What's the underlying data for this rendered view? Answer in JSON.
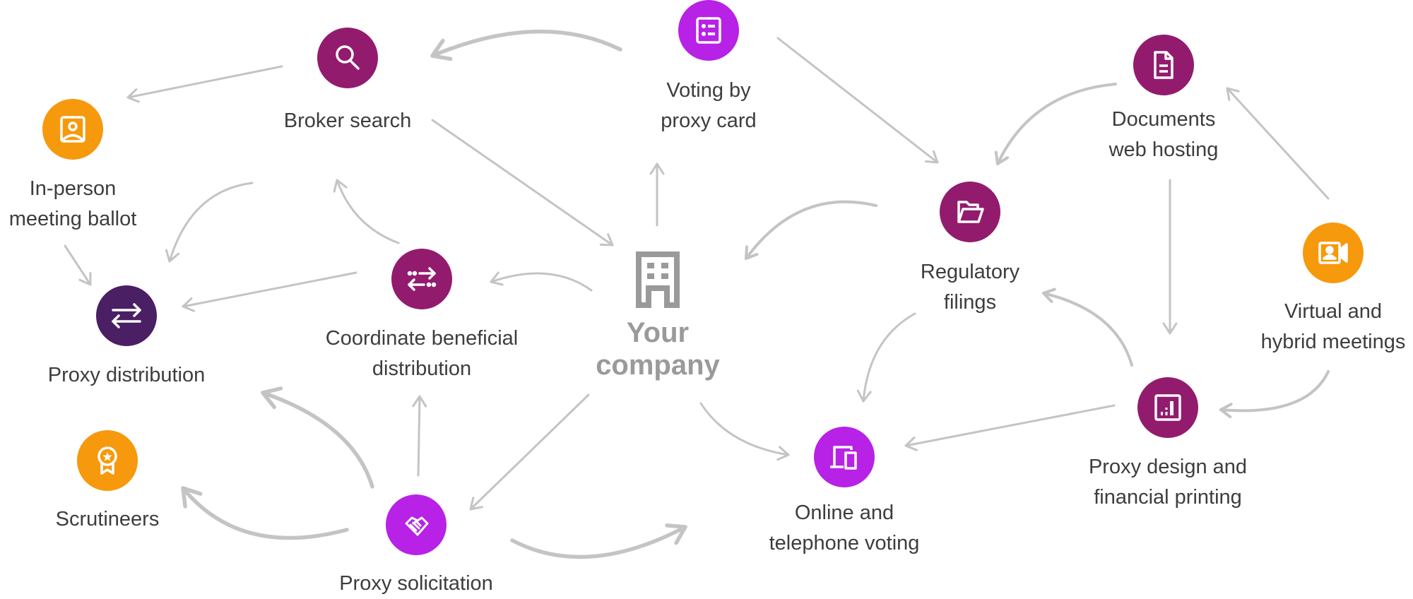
{
  "colors": {
    "plum": "#931B6E",
    "violet": "#B722E6",
    "orange": "#F7990C",
    "indigo": "#4A1F63",
    "arrow": "#C4C4C4",
    "text": "#3d3d3d",
    "center": "#9a9a9a"
  },
  "center": {
    "icon": "building-icon",
    "line1": "Your",
    "line2": "company"
  },
  "nodes": [
    {
      "id": "broker-search",
      "icon": "search-icon",
      "color": "plum",
      "lines": [
        "Broker search"
      ]
    },
    {
      "id": "voting-by-proxy-card",
      "icon": "list-card-icon",
      "color": "violet",
      "lines": [
        "Voting by",
        "proxy card"
      ]
    },
    {
      "id": "documents-web-hosting",
      "icon": "document-icon",
      "color": "plum",
      "lines": [
        "Documents",
        "web hosting"
      ]
    },
    {
      "id": "in-person-meeting-ballot",
      "icon": "person-badge-icon",
      "color": "orange",
      "lines": [
        "In-person",
        "meeting ballot"
      ]
    },
    {
      "id": "regulatory-filings",
      "icon": "folder-open-icon",
      "color": "plum",
      "lines": [
        "Regulatory",
        "filings"
      ]
    },
    {
      "id": "virtual-hybrid-meetings",
      "icon": "video-call-icon",
      "color": "orange",
      "lines": [
        "Virtual and",
        "hybrid meetings"
      ]
    },
    {
      "id": "proxy-distribution",
      "icon": "swap-arrows-icon",
      "color": "indigo",
      "lines": [
        "Proxy distribution"
      ]
    },
    {
      "id": "coordinate-beneficial-distribution",
      "icon": "dotted-swap-icon",
      "color": "plum",
      "lines": [
        "Coordinate beneficial",
        "distribution"
      ]
    },
    {
      "id": "proxy-design-financial-printing",
      "icon": "bar-chart-icon",
      "color": "plum",
      "lines": [
        "Proxy design and",
        "financial printing"
      ]
    },
    {
      "id": "online-telephone-voting",
      "icon": "devices-icon",
      "color": "violet",
      "lines": [
        "Online and",
        "telephone voting"
      ]
    },
    {
      "id": "scrutineers",
      "icon": "award-icon",
      "color": "orange",
      "lines": [
        "Scrutineers"
      ]
    },
    {
      "id": "proxy-solicitation",
      "icon": "handshake-icon",
      "color": "violet",
      "lines": [
        "Proxy solicitation"
      ]
    }
  ],
  "connections": [
    {
      "from": "voting-by-proxy-card",
      "to": "broker-search"
    },
    {
      "from": "broker-search",
      "to": "in-person-meeting-ballot"
    },
    {
      "from": "broker-search",
      "to": "your-company"
    },
    {
      "from": "voting-by-proxy-card",
      "to": "regulatory-filings"
    },
    {
      "from": "your-company",
      "to": "voting-by-proxy-card"
    },
    {
      "from": "regulatory-filings",
      "to": "your-company"
    },
    {
      "from": "documents-web-hosting",
      "to": "regulatory-filings"
    },
    {
      "from": "virtual-hybrid-meetings",
      "to": "documents-web-hosting"
    },
    {
      "from": "documents-web-hosting",
      "to": "proxy-design-financial-printing"
    },
    {
      "from": "virtual-hybrid-meetings",
      "to": "proxy-design-financial-printing"
    },
    {
      "from": "proxy-design-financial-printing",
      "to": "regulatory-filings"
    },
    {
      "from": "regulatory-filings",
      "to": "online-telephone-voting"
    },
    {
      "from": "proxy-design-financial-printing",
      "to": "online-telephone-voting"
    },
    {
      "from": "your-company",
      "to": "online-telephone-voting"
    },
    {
      "from": "your-company",
      "to": "coordinate-beneficial-distribution"
    },
    {
      "from": "coordinate-beneficial-distribution",
      "to": "broker-search"
    },
    {
      "from": "coordinate-beneficial-distribution",
      "to": "proxy-distribution"
    },
    {
      "from": "in-person-meeting-ballot",
      "to": "proxy-distribution"
    },
    {
      "from": "in-person-meeting-ballot",
      "to": "proxy-distribution"
    },
    {
      "from": "your-company",
      "to": "proxy-solicitation"
    },
    {
      "from": "proxy-solicitation",
      "to": "coordinate-beneficial-distribution"
    },
    {
      "from": "proxy-solicitation",
      "to": "proxy-distribution"
    },
    {
      "from": "proxy-solicitation",
      "to": "scrutineers"
    },
    {
      "from": "proxy-solicitation",
      "to": "online-telephone-voting"
    }
  ]
}
